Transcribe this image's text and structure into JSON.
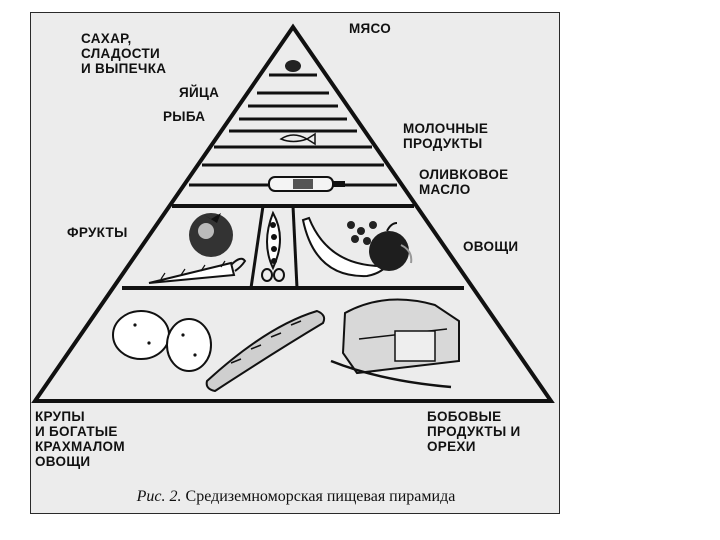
{
  "labels": {
    "sugar": "САХАР,\nСЛАДОСТИ\nИ ВЫПЕЧКА",
    "meat": "МЯСО",
    "eggs": "ЯЙЦА",
    "fish": "РЫБА",
    "dairy": "МОЛОЧНЫЕ\nПРОДУКТЫ",
    "olive_oil": "ОЛИВКОВОЕ\nМАСЛО",
    "fruits": "ФРУКТЫ",
    "vegetables": "ОВОЩИ",
    "grains": "КРУПЫ\nИ БОГАТЫЕ\nКРАХМАЛОМ\nОВОЩИ",
    "legumes": "БОБОВЫЕ\nПРОДУКТЫ И\nОРЕХИ"
  },
  "caption": {
    "prefix": "Рис. 2.",
    "text": "Средиземноморская пищевая пирамида"
  },
  "colors": {
    "ink": "#111111",
    "paper": "#ececec"
  }
}
